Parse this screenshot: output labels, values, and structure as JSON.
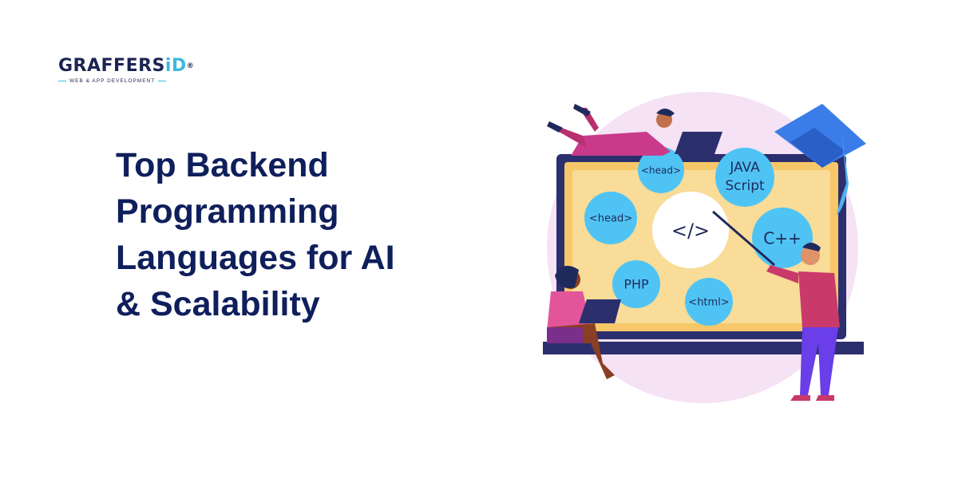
{
  "logo": {
    "brand_main": "GRAFFERS",
    "brand_accent": "iD",
    "registered": "®",
    "tagline": "WEB & APP DEVELOPMENT"
  },
  "title": {
    "lines": [
      "Top Backend",
      "Programming",
      "Languages for AI",
      "& Scalability"
    ]
  },
  "illustration": {
    "bubbles": {
      "head_top": "<head>",
      "java_line1": "JAVA",
      "java_line2": "Script",
      "head_left": "<head>",
      "code": "</>",
      "cpp": "C++",
      "php": "PHP",
      "html": "<html>"
    },
    "colors": {
      "bubble": "#4fc4f4",
      "screen": "#f8d98a",
      "frame": "#2b2f6e",
      "backdrop": "#f5e2f4"
    }
  }
}
